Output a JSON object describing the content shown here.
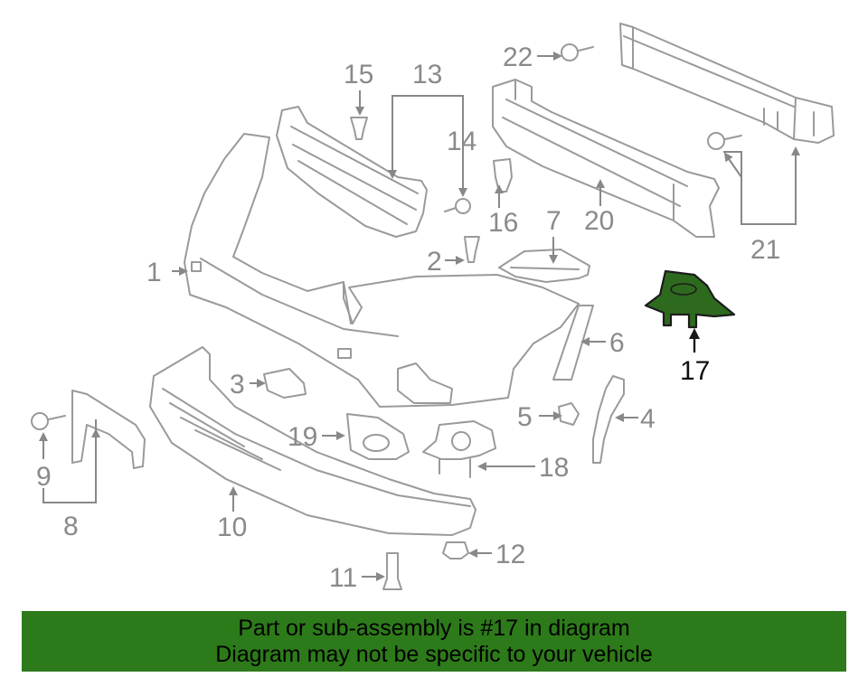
{
  "callouts": {
    "c1": "1",
    "c2": "2",
    "c3": "3",
    "c4": "4",
    "c5": "5",
    "c6": "6",
    "c7": "7",
    "c8": "8",
    "c9": "9",
    "c10": "10",
    "c11": "11",
    "c12": "12",
    "c13": "13",
    "c14": "14",
    "c15": "15",
    "c16": "16",
    "c17": "17",
    "c18": "18",
    "c19": "19",
    "c20": "20",
    "c21": "21",
    "c22": "22"
  },
  "highlighted_part": "17",
  "colors": {
    "highlight": "#2d6a1e",
    "banner": "#2d7a1a",
    "line_art": "#9a9a9a"
  },
  "banner": {
    "line1": "Part or sub-assembly is #17 in diagram",
    "line2": "Diagram may not be specific to your vehicle"
  }
}
